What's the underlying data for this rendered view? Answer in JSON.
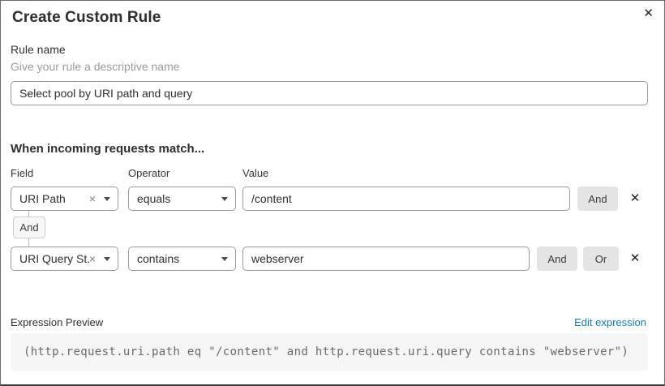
{
  "dialog": {
    "title": "Create Custom Rule"
  },
  "icons": {
    "close": "✕",
    "clear": "×",
    "remove": "✕",
    "caret": "caret-down"
  },
  "rule_name": {
    "label": "Rule name",
    "helper": "Give your rule a descriptive name",
    "value": "Select pool by URI path and query"
  },
  "match": {
    "heading": "When incoming requests match...",
    "columns": {
      "field": "Field",
      "operator": "Operator",
      "value": "Value"
    },
    "connector_label": "And",
    "rows": [
      {
        "field": "URI Path",
        "operator": "equals",
        "value": "/content",
        "and_label": "And"
      },
      {
        "field": "URI Query St...",
        "operator": "contains",
        "value": "webserver",
        "and_label": "And",
        "or_label": "Or"
      }
    ]
  },
  "expression": {
    "label": "Expression Preview",
    "edit_link": "Edit expression",
    "code": "(http.request.uri.path eq \"/content\" and http.request.uri.query contains \"webserver\")"
  },
  "colors": {
    "link_blue": "#147ab5",
    "button_gray": "#e4e4e4",
    "code_background": "#f5f5f5",
    "text_dark": "#2f2f2f",
    "helper_gray": "#9b9b9b",
    "border_gray": "#9a9a9a"
  }
}
